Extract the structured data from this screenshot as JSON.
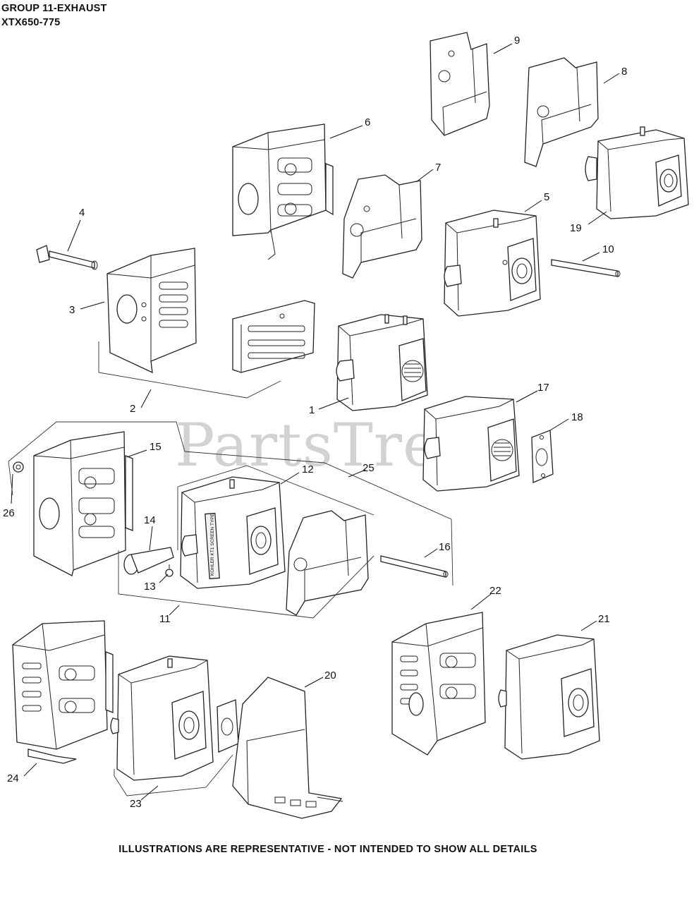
{
  "header": {
    "group_title": "GROUP 11-EXHAUST",
    "model": "XTX650-775"
  },
  "watermark": "PartsTree",
  "footer_note": "ILLUSTRATIONS ARE REPRESENTATIVE - NOT INTENDED TO SHOW ALL DETAILS",
  "callouts": {
    "c1": "1",
    "c2": "2",
    "c3": "3",
    "c4": "4",
    "c5": "5",
    "c6": "6",
    "c7": "7",
    "c8": "8",
    "c9": "9",
    "c10": "10",
    "c11": "11",
    "c12": "12",
    "c13": "13",
    "c14": "14",
    "c15": "15",
    "c16": "16",
    "c17": "17",
    "c18": "18",
    "c19": "19",
    "c20": "20",
    "c21": "21",
    "c22": "22",
    "c23": "23",
    "c24": "24",
    "c25": "25",
    "c26": "26"
  },
  "muffler_stamp": "KOHLER KT1 SCREEN TYPE"
}
